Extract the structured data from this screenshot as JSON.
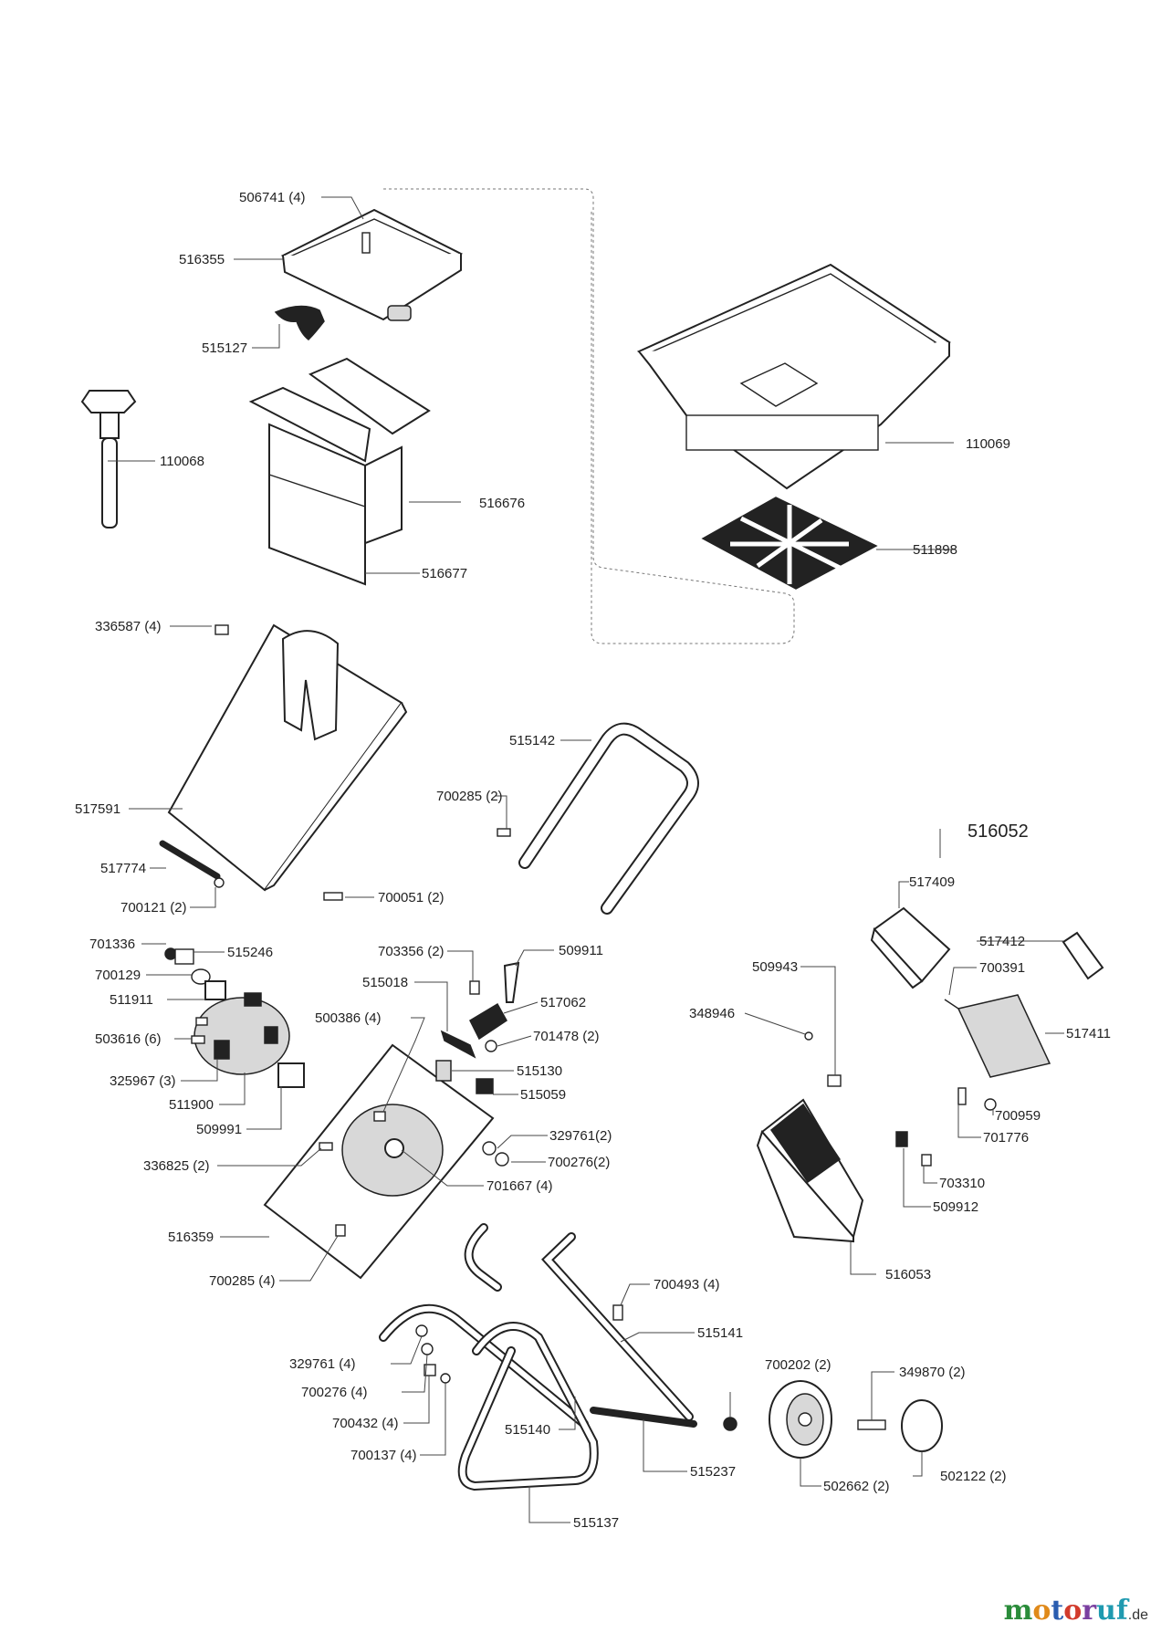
{
  "assembly_label": "516052",
  "parts": [
    {
      "id": "p1",
      "label": "506741 (4)"
    },
    {
      "id": "p2",
      "label": "516355"
    },
    {
      "id": "p3",
      "label": "515127"
    },
    {
      "id": "p4",
      "label": "110068"
    },
    {
      "id": "p5",
      "label": "516676"
    },
    {
      "id": "p6",
      "label": "516677"
    },
    {
      "id": "p7",
      "label": "110069"
    },
    {
      "id": "p8",
      "label": "511898"
    },
    {
      "id": "p9",
      "label": "336587 (4)"
    },
    {
      "id": "p10",
      "label": "517591"
    },
    {
      "id": "p11",
      "label": "517774"
    },
    {
      "id": "p12",
      "label": "700121 (2)"
    },
    {
      "id": "p13",
      "label": "700051 (2)"
    },
    {
      "id": "p14",
      "label": "515142"
    },
    {
      "id": "p15",
      "label": "700285 (2)"
    },
    {
      "id": "p16",
      "label": "517409"
    },
    {
      "id": "p17",
      "label": "517412"
    },
    {
      "id": "p18",
      "label": "700391"
    },
    {
      "id": "p19",
      "label": "509943"
    },
    {
      "id": "p20",
      "label": "348946"
    },
    {
      "id": "p21",
      "label": "517411"
    },
    {
      "id": "p22",
      "label": "700959"
    },
    {
      "id": "p23",
      "label": "701776"
    },
    {
      "id": "p24",
      "label": "703310"
    },
    {
      "id": "p25",
      "label": "509912"
    },
    {
      "id": "p26",
      "label": "516053"
    },
    {
      "id": "p27",
      "label": "701336"
    },
    {
      "id": "p28",
      "label": "515246"
    },
    {
      "id": "p29",
      "label": "700129"
    },
    {
      "id": "p30",
      "label": "511911"
    },
    {
      "id": "p31",
      "label": "503616 (6)"
    },
    {
      "id": "p32",
      "label": "325967 (3)"
    },
    {
      "id": "p33",
      "label": "511900"
    },
    {
      "id": "p34",
      "label": "509991"
    },
    {
      "id": "p35",
      "label": "336825 (2)"
    },
    {
      "id": "p36",
      "label": "516359"
    },
    {
      "id": "p37",
      "label": "700285 (4)"
    },
    {
      "id": "p38",
      "label": "703356 (2)"
    },
    {
      "id": "p39",
      "label": "509911"
    },
    {
      "id": "p40",
      "label": "515018"
    },
    {
      "id": "p41",
      "label": "517062"
    },
    {
      "id": "p42",
      "label": "500386 (4)"
    },
    {
      "id": "p43",
      "label": "701478 (2)"
    },
    {
      "id": "p44",
      "label": "515130"
    },
    {
      "id": "p45",
      "label": "515059"
    },
    {
      "id": "p46",
      "label": "329761(2)"
    },
    {
      "id": "p47",
      "label": "700276(2)"
    },
    {
      "id": "p48",
      "label": "701667 (4)"
    },
    {
      "id": "p49",
      "label": "700493 (4)"
    },
    {
      "id": "p50",
      "label": "515141"
    },
    {
      "id": "p51",
      "label": "329761 (4)"
    },
    {
      "id": "p52",
      "label": "700276 (4)"
    },
    {
      "id": "p53",
      "label": "700432 (4)"
    },
    {
      "id": "p54",
      "label": "700137 (4)"
    },
    {
      "id": "p55",
      "label": "515140"
    },
    {
      "id": "p56",
      "label": "515237"
    },
    {
      "id": "p57",
      "label": "515137"
    },
    {
      "id": "p58",
      "label": "700202 (2)"
    },
    {
      "id": "p59",
      "label": "349870 (2)"
    },
    {
      "id": "p60",
      "label": "502662 (2)"
    },
    {
      "id": "p61",
      "label": "502122 (2)"
    }
  ],
  "logo": {
    "m1": "m",
    "m2": "o",
    "m3": "t",
    "m4": "o",
    "m5": "r",
    "m6": "uf",
    "tld": ".de"
  }
}
